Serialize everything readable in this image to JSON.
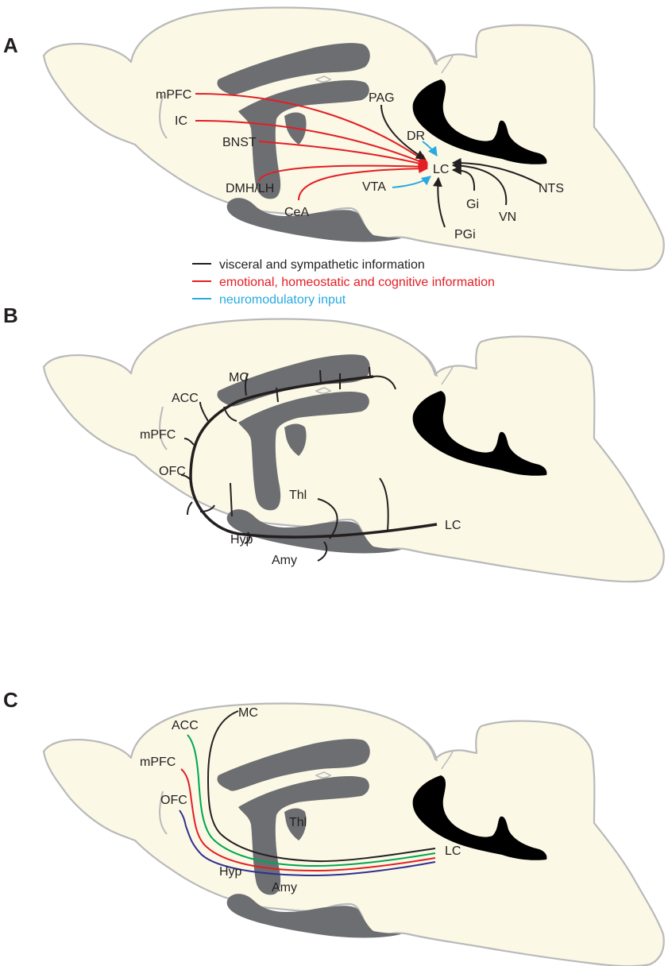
{
  "panels": {
    "A": {
      "letter": "A",
      "labels": {
        "mPFC": "mPFC",
        "IC": "IC",
        "BNST": "BNST",
        "DMH_LH": "DMH/LH",
        "CeA": "CeA",
        "PAG": "PAG",
        "DR": "DR",
        "LC": "LC",
        "VTA": "VTA",
        "Gi": "Gi",
        "PGi": "PGi",
        "VN": "VN",
        "NTS": "NTS"
      },
      "legend": [
        {
          "label": "visceral and sympathetic information",
          "color": "#231f20"
        },
        {
          "label": "emotional, homeostatic and cognitive information",
          "color": "#e31e24"
        },
        {
          "label": "neuromodulatory input",
          "color": "#27aae1"
        }
      ]
    },
    "B": {
      "letter": "B",
      "labels": {
        "MC": "MC",
        "ACC": "ACC",
        "mPFC": "mPFC",
        "OFC": "OFC",
        "Thl": "Thl",
        "Hyp": "Hyp",
        "Amy": "Amy",
        "LC": "LC"
      }
    },
    "C": {
      "letter": "C",
      "labels": {
        "ACC": "ACC",
        "MC": "MC",
        "mPFC": "mPFC",
        "OFC": "OFC",
        "Thl": "Thl",
        "LC": "LC",
        "Hyp": "Hyp",
        "Amy": "Amy"
      },
      "pathway_colors": {
        "MC": "#231f20",
        "ACC": "#00a651",
        "mPFC": "#e31e24",
        "OFC": "#2e3192"
      }
    }
  },
  "colors": {
    "brain_fill": "#fbf8e6",
    "brain_outline": "#b9b9b9",
    "ventricle_gray": "#6d6e71",
    "text": "#231f20",
    "red": "#e31e24",
    "blue": "#27aae1",
    "green": "#00a651",
    "navy": "#2e3192"
  }
}
